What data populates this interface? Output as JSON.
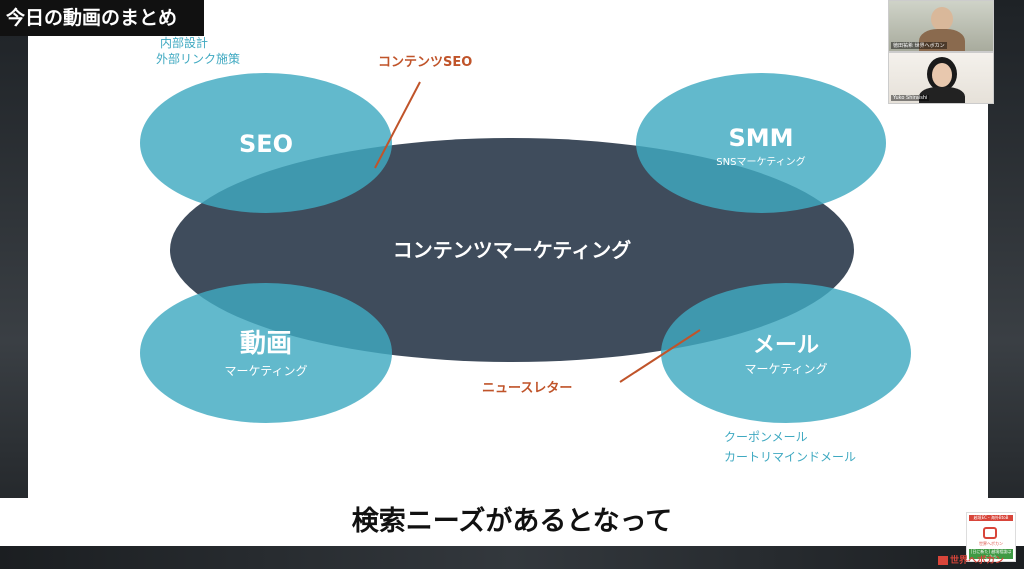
{
  "header": {
    "title": "今日の動画のまとめ"
  },
  "diagram": {
    "center": "コンテンツマーケティング",
    "seo": {
      "label": "SEO",
      "notes": [
        "内部設計",
        "外部リンク施策"
      ]
    },
    "smm": {
      "label": "SMM",
      "sub": "SNSマーケティング"
    },
    "video": {
      "label": "動画",
      "sub": "マーケティング"
    },
    "mail": {
      "label": "メール",
      "sub": "マーケティング",
      "notes": [
        "クーポンメール",
        "カートリマインドメール"
      ]
    },
    "callout_top": "コンテンツSEO",
    "callout_bottom": "ニュースレター",
    "colors": {
      "teal": "#3fa9c1",
      "center": "#3f4c5c",
      "callout": "#c0542a"
    }
  },
  "caption": {
    "text": "検索ニーズがあるとなって"
  },
  "webcams": {
    "person1": "徳田祐希 世界へボカン",
    "person2": "Yuko Shiraishi"
  },
  "branding": {
    "logo_top": "越境EC・海外BtoB",
    "logo_mid": "世界へボカン",
    "logo_bottom": "[日に新た] 越境相談はこちら",
    "brand": "世界へボカン"
  }
}
